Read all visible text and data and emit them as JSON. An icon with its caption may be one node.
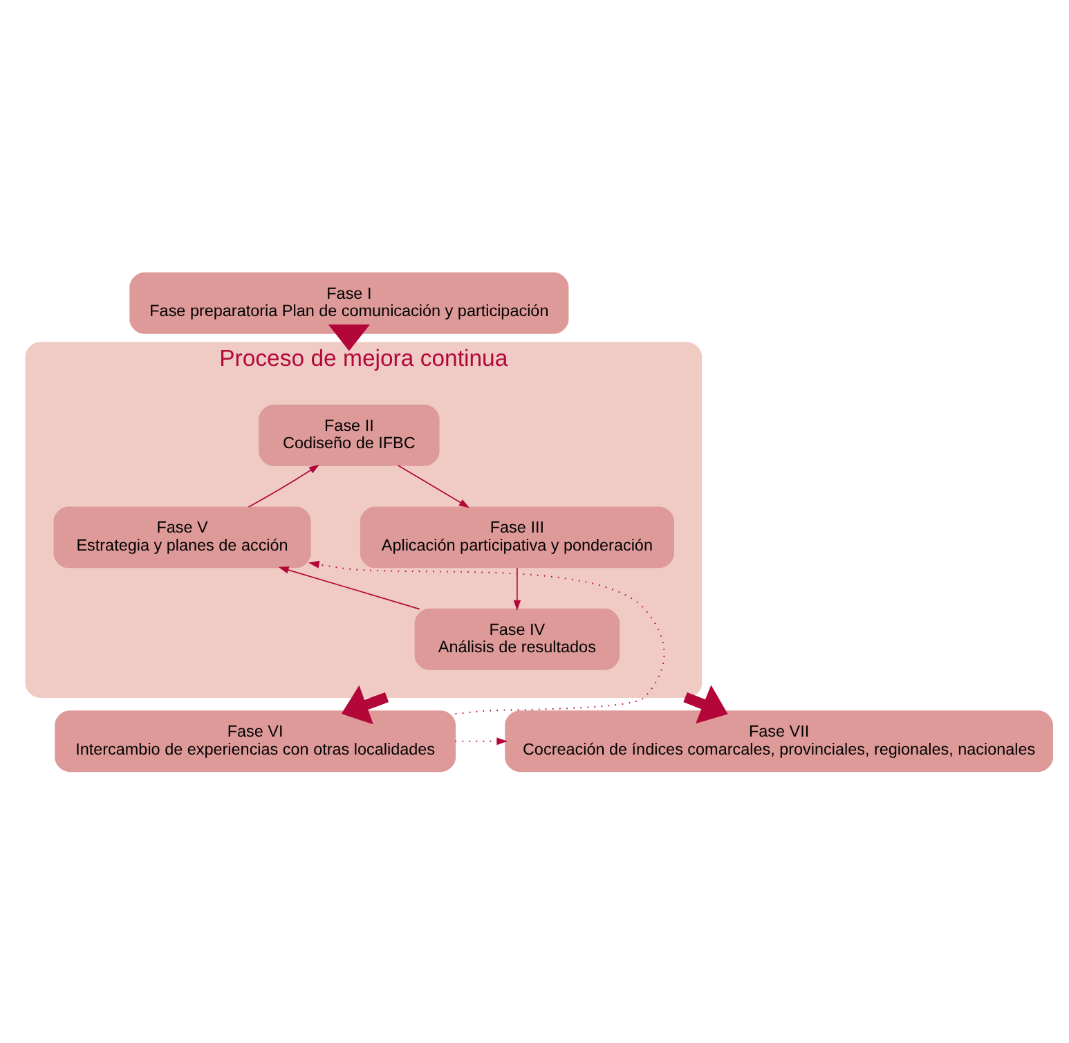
{
  "diagram": {
    "nodes": [
      {
        "text": [
          "Fase I",
          "Fase preparatoria Plan de comunicación y participación"
        ]
      },
      {
        "text": [
          "Proceso de mejora continua"
        ]
      },
      {
        "text": [
          "Fase II",
          "Codiseño de IFBC"
        ],
        "in": 1
      },
      {
        "text": [
          "Fase III",
          "Aplicación participativa y ponderación"
        ],
        "in": 1
      },
      {
        "text": [
          "Fase IV",
          "Análisis de resultados"
        ],
        "in": 1
      },
      {
        "text": [
          "Fase V",
          "Estrategia y planes de acción"
        ],
        "in": 1
      },
      {
        "text": [
          "Fase VI",
          "Intercambio de experiencias con otras localidades"
        ]
      },
      {
        "text": [
          "Fase VII",
          "Cocreación de índices comarcales, provinciales, regionales, nacionales"
        ]
      }
    ],
    "edges": [
      {
        "from": 0,
        "to": 1,
        "arrow": "to",
        "style": "thick"
      },
      {
        "from": 2,
        "to": 3,
        "arrow": "to"
      },
      {
        "from": 3,
        "to": 4,
        "arrow": "to"
      },
      {
        "from": 4,
        "to": 5,
        "arrow": "to"
      },
      {
        "from": 5,
        "to": 2,
        "arrow": "to"
      },
      {
        "from": 1,
        "to": 6,
        "arrow": "to",
        "style": "thick"
      },
      {
        "from": 1,
        "to": 7,
        "arrow": "to",
        "style": "thick"
      },
      {
        "from": 6,
        "to": 5,
        "arrow": "to",
        "style": "dashed"
      },
      {
        "from": 6,
        "to": 7,
        "arrow": "to",
        "style": "dashed"
      }
    ]
  }
}
